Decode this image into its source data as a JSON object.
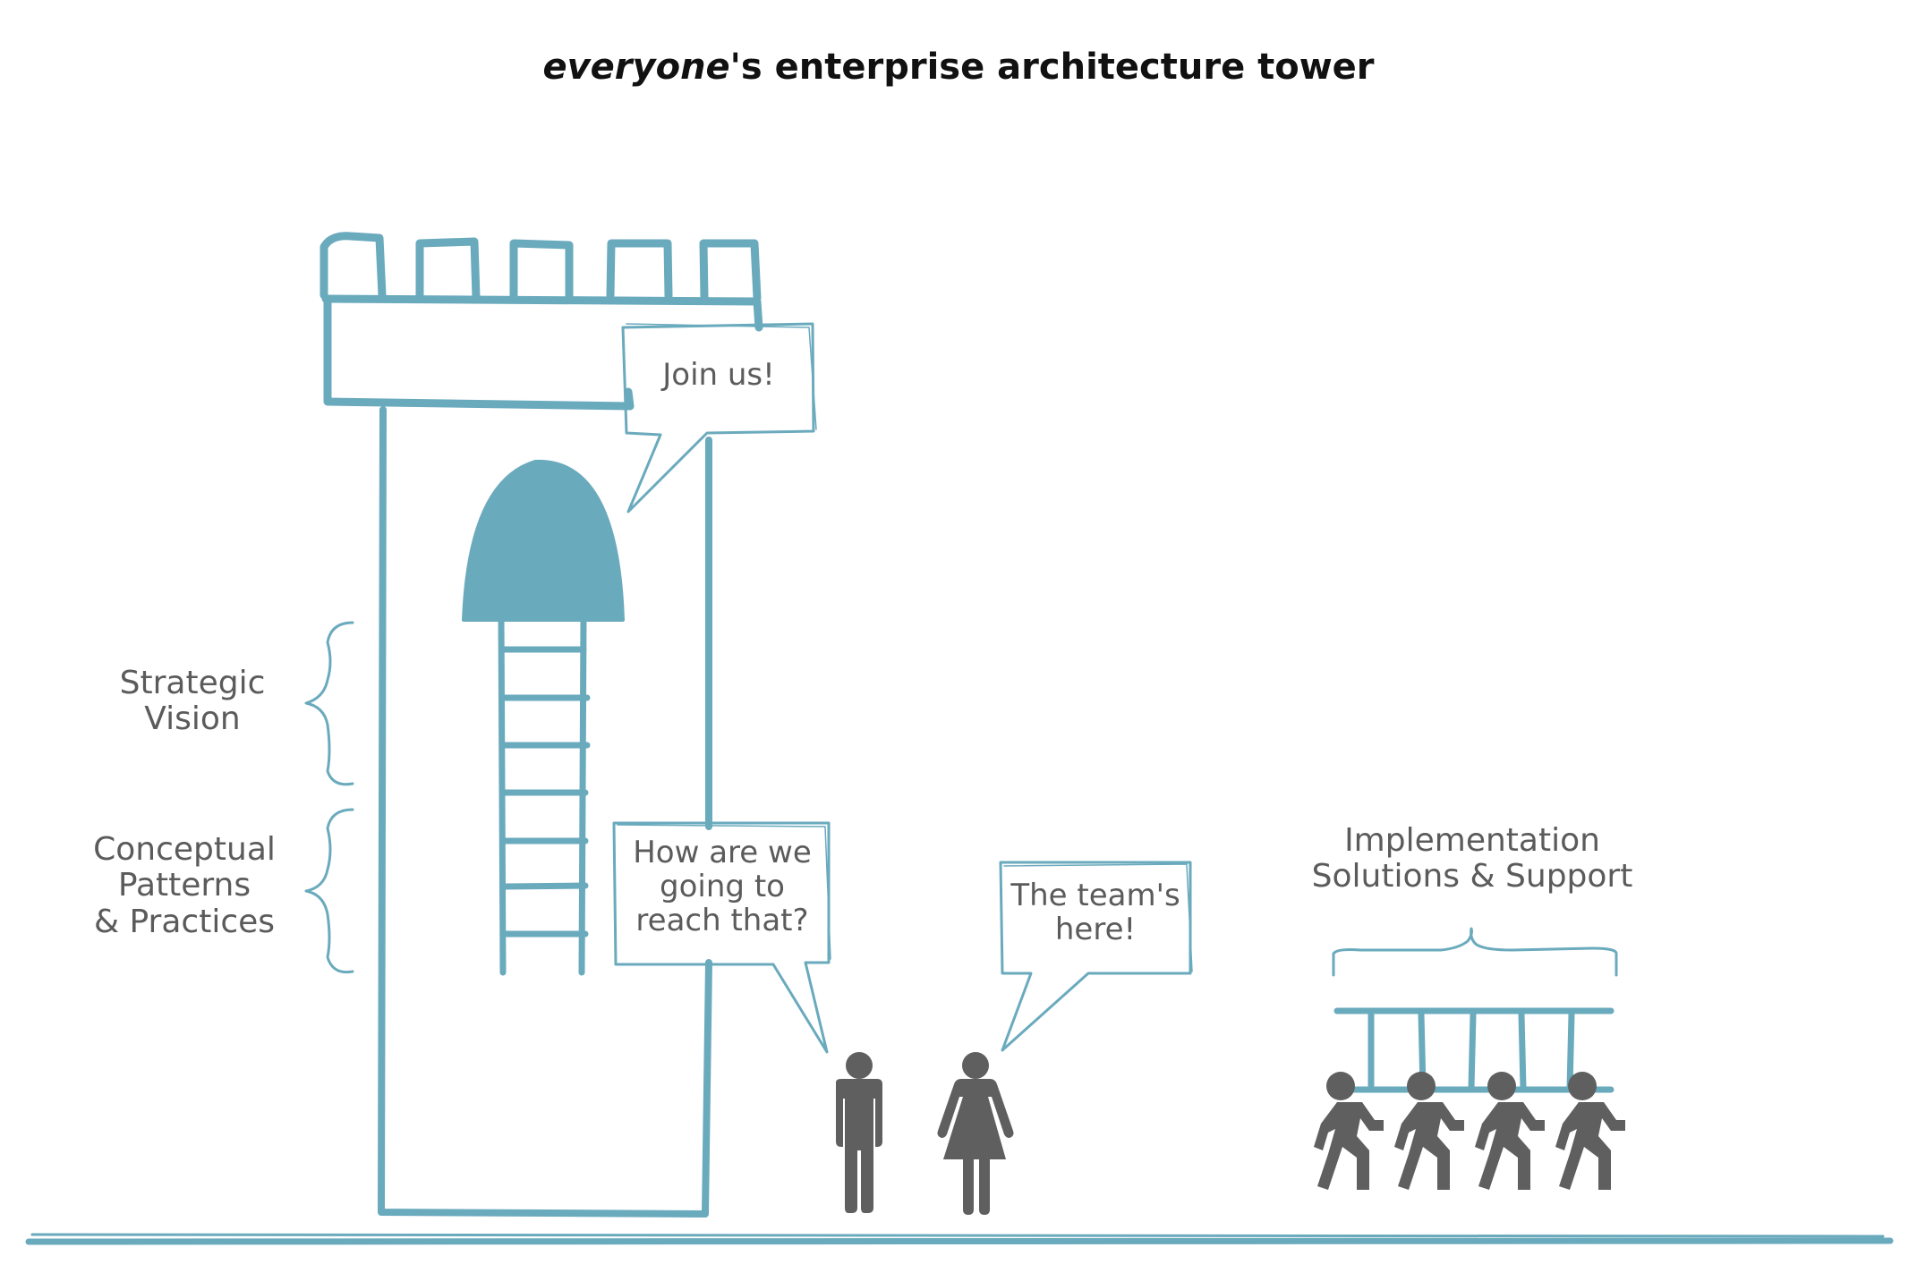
{
  "title": {
    "italic": "everyone",
    "rest": "'s enterprise architecture tower"
  },
  "bubbles": {
    "join": "Join us!",
    "how": "How are we\ngoing to\nreach that?",
    "team": "The team's\nhere!"
  },
  "labels": {
    "strategic": "Strategic\nVision",
    "conceptual": "Conceptual\nPatterns\n& Practices",
    "implementation": "Implementation\nSolutions & Support"
  },
  "colors": {
    "tower": "#6aaabd",
    "figure": "#5f5f5f",
    "text": "#5b5b5b"
  },
  "icons": [
    "tower-icon",
    "ladder-icon",
    "man-icon",
    "woman-icon",
    "runner-icon"
  ]
}
